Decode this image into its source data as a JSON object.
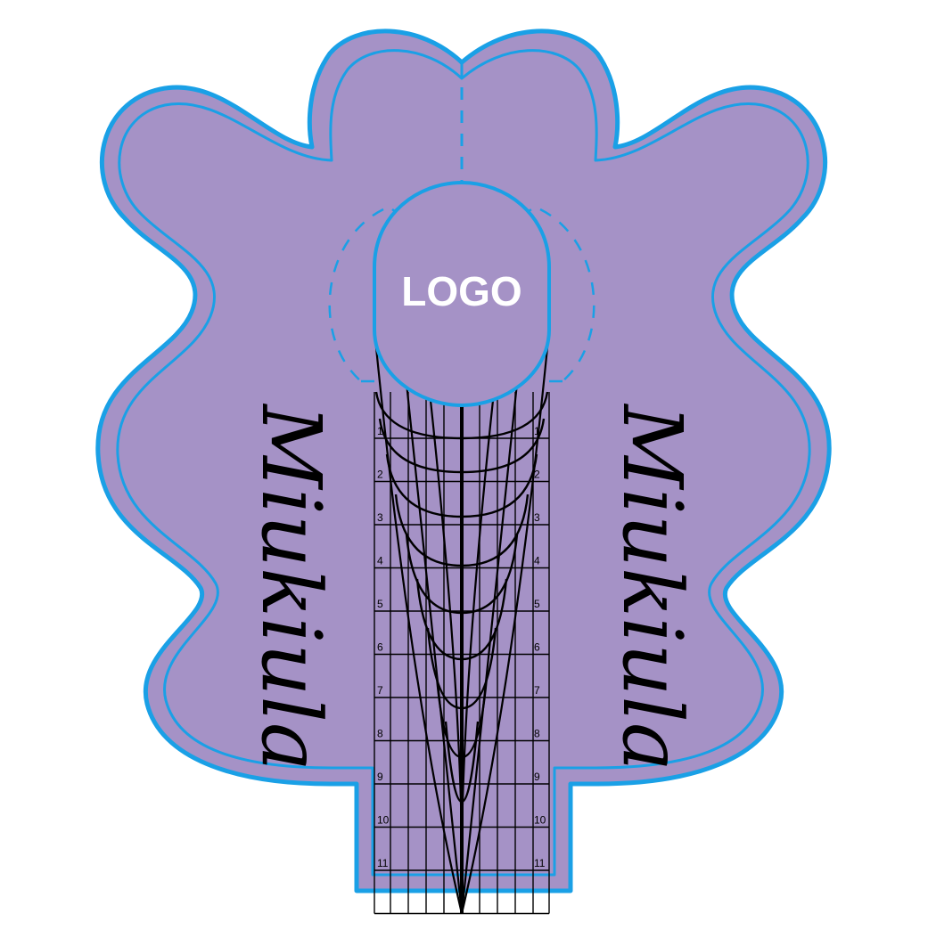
{
  "form": {
    "fill_color": "#a592c6",
    "outline_color": "#1aa0e6",
    "line_color": "#000000",
    "logo_text_color": "#ffffff"
  },
  "logo": {
    "label": "LOGO"
  },
  "brand": {
    "left": "Miukiula",
    "right": "Miukiula"
  },
  "scale": {
    "marks": [
      "1",
      "2",
      "3",
      "4",
      "5",
      "6",
      "7",
      "8",
      "9",
      "10",
      "11"
    ]
  }
}
